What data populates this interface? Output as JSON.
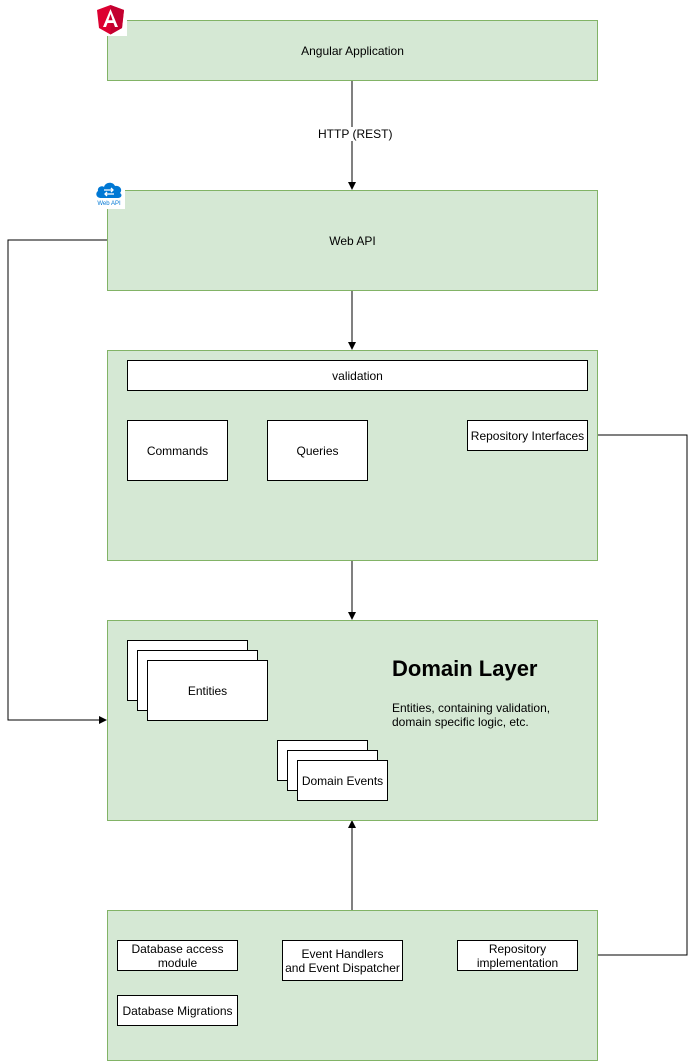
{
  "angular": {
    "label": "Angular Application",
    "icon": "angular-logo-icon",
    "icon_color": "#dd0031"
  },
  "http_edge": {
    "label": "HTTP (REST)"
  },
  "webapi": {
    "label": "Web API",
    "icon": "cloud-web-api-icon",
    "icon_caption": "Web API",
    "icon_color": "#0078d4"
  },
  "application": {
    "validation": "validation",
    "commands": "Commands",
    "queries": "Queries",
    "repo_interfaces": "Repository Interfaces"
  },
  "domain": {
    "title": "Domain Layer",
    "desc_line1": "Entities, containing validation,",
    "desc_line2": "domain specific logic, etc.",
    "entities": "Entities",
    "events": "Domain Events"
  },
  "infrastructure": {
    "db_access_line1": "Database access",
    "db_access_line2": "module",
    "event_handlers_line1": "Event Handlers",
    "event_handlers_line2": "and Event Dispatcher",
    "repo_impl_line1": "Repository",
    "repo_impl_line2": "implementation",
    "db_migrations": "Database Migrations"
  },
  "colors": {
    "layer_fill": "#d5e8d4",
    "layer_stroke": "#82b366",
    "line": "#000000"
  }
}
